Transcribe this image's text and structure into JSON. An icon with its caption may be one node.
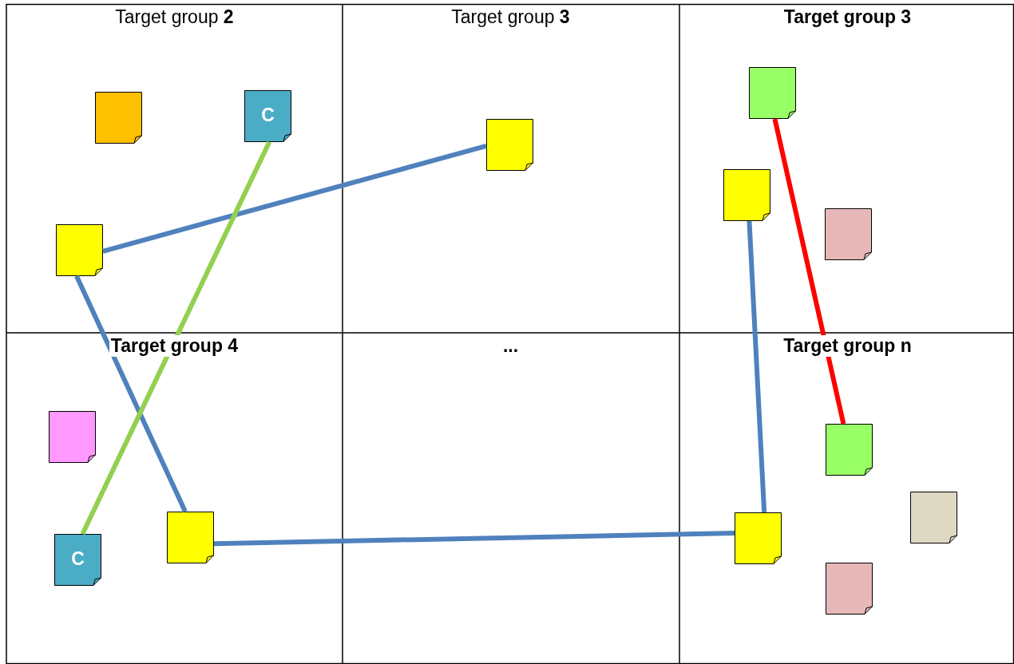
{
  "diagram": {
    "nodes": [
      {
        "text": [],
        "shape": "note"
      },
      {
        "text": [
          "C"
        ]
      },
      {
        "text": [],
        "shape": "note"
      },
      {
        "text": [],
        "shape": "note"
      },
      {
        "text": [],
        "shape": "note"
      },
      {
        "text": [],
        "shape": "note"
      },
      {
        "text": [],
        "shape": "note"
      },
      {
        "text": [],
        "shape": "note"
      },
      {
        "text": [
          "C"
        ]
      },
      {
        "text": [],
        "shape": "note"
      },
      {
        "text": [],
        "shape": "note"
      },
      {
        "text": [],
        "shape": "note"
      },
      {
        "text": [],
        "shape": "note"
      },
      {
        "text": [],
        "shape": "note"
      }
    ],
    "edges": [
      {
        "from": 2,
        "to": 3,
        "arrow": "none"
      },
      {
        "from": 2,
        "to": 9,
        "arrow": "none"
      },
      {
        "from": 1,
        "to": 8,
        "arrow": "none",
        "color": "#92d050"
      },
      {
        "from": 5,
        "to": 12,
        "arrow": "none"
      },
      {
        "from": 4,
        "to": 10,
        "arrow": "none",
        "color": "#ff0000"
      },
      {
        "from": 9,
        "to": 12,
        "arrow": "none"
      }
    ],
    "labels": [
      "Target group **2**",
      "Target group **3**",
      "Target group 3",
      "Target group 4",
      "...",
      "Target group n"
    ]
  }
}
